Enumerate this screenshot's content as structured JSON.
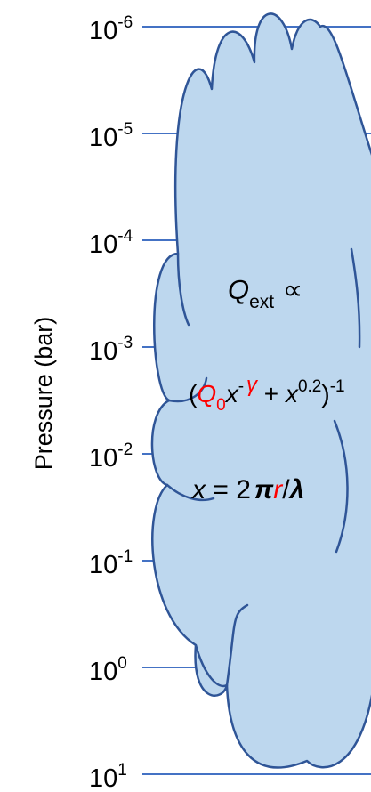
{
  "axis": {
    "label": "Pressure (bar)",
    "ticks": [
      {
        "base": "10",
        "exp": "-6"
      },
      {
        "base": "10",
        "exp": "-5"
      },
      {
        "base": "10",
        "exp": "-4"
      },
      {
        "base": "10",
        "exp": "-3"
      },
      {
        "base": "10",
        "exp": "-2"
      },
      {
        "base": "10",
        "exp": "-1"
      },
      {
        "base": "10",
        "exp": "0"
      },
      {
        "base": "10",
        "exp": "1"
      }
    ]
  },
  "cloud": {
    "eq1": {
      "Q": "Q",
      "sub": "ext",
      "prop": "∝"
    },
    "eq2": {
      "open": "(",
      "Q0": "Q",
      "Q0_sub": "0",
      "x": "x",
      "minus": "-",
      "gamma": "γ",
      "plus": " + ",
      "x2": "x",
      "exp": "0.2",
      "close": ")",
      "outer_exp": "-1"
    },
    "eq3": {
      "x": "x",
      "equals": " = 2",
      "pi": "π",
      "r": "r",
      "slash": "/",
      "lambda": "λ"
    }
  },
  "colors": {
    "line": "#4472c4",
    "cloud_fill": "#bdd7ee",
    "cloud_stroke": "#2f5597",
    "text": "#000000",
    "highlight": "#ff0000"
  }
}
